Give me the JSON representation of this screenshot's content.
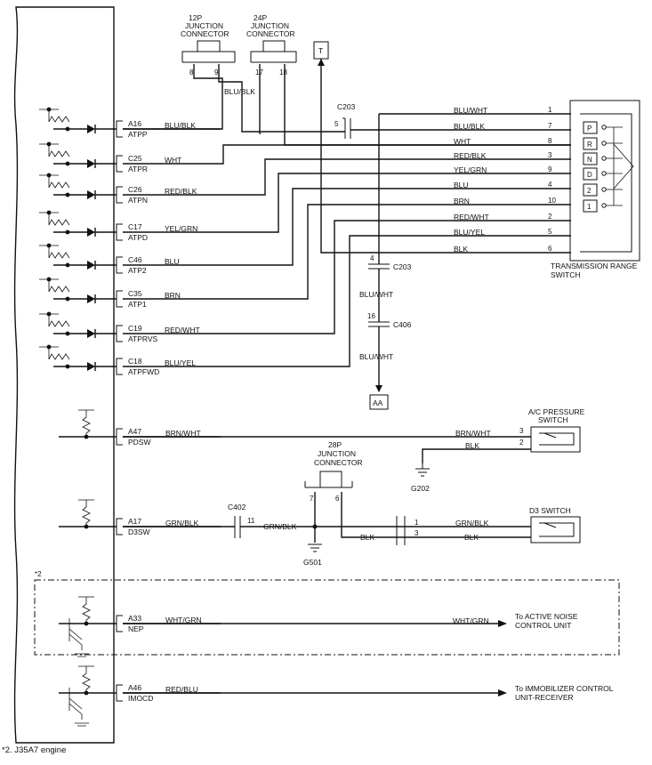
{
  "ecm_terminals": [
    {
      "pin": "A16",
      "signal": "ATPP",
      "wire": "BLU/BLK"
    },
    {
      "pin": "C25",
      "signal": "ATPR",
      "wire": "WHT"
    },
    {
      "pin": "C26",
      "signal": "ATPN",
      "wire": "RED/BLK"
    },
    {
      "pin": "C17",
      "signal": "ATPD",
      "wire": "YEL/GRN"
    },
    {
      "pin": "C46",
      "signal": "ATP2",
      "wire": "BLU"
    },
    {
      "pin": "C35",
      "signal": "ATP1",
      "wire": "BRN"
    },
    {
      "pin": "C19",
      "signal": "ATPRVS",
      "wire": "RED/WHT"
    },
    {
      "pin": "C18",
      "signal": "ATPFWD",
      "wire": "BLU/YEL"
    },
    {
      "pin": "A47",
      "signal": "PDSW",
      "wire": "BRN/WHT"
    },
    {
      "pin": "A17",
      "signal": "D3SW",
      "wire": "GRN/BLK"
    },
    {
      "pin": "A33",
      "signal": "NEP",
      "wire": "WHT/GRN"
    },
    {
      "pin": "A46",
      "signal": "IMOCD",
      "wire": "RED/BLU"
    }
  ],
  "junction_12p": {
    "title_line1": "12P",
    "title_line2": "JUNCTION",
    "title_line3": "CONNECTOR",
    "pins": [
      "8",
      "9"
    ],
    "wire": "BLU/BLK"
  },
  "junction_24p": {
    "title_line1": "24P",
    "title_line2": "JUNCTION",
    "title_line3": "CONNECTOR",
    "pins": [
      "17",
      "18"
    ]
  },
  "junction_28p": {
    "title_line1": "28P",
    "title_line2": "JUNCTION",
    "title_line3": "CONNECTOR",
    "pins": [
      "7",
      "6"
    ]
  },
  "t_box": "T",
  "aa_box": "AA",
  "c203_top": {
    "label": "C203",
    "pin": "5"
  },
  "switch_wires": [
    {
      "wire": "BLU/WHT",
      "pin": "1"
    },
    {
      "wire": "BLU/BLK",
      "pin": "7"
    },
    {
      "wire": "WHT",
      "pin": "8"
    },
    {
      "wire": "RED/BLK",
      "pin": "3"
    },
    {
      "wire": "YEL/GRN",
      "pin": "9"
    },
    {
      "wire": "BLU",
      "pin": "4"
    },
    {
      "wire": "BRN",
      "pin": "10"
    },
    {
      "wire": "RED/WHT",
      "pin": "2"
    },
    {
      "wire": "BLU/YEL",
      "pin": "5"
    },
    {
      "wire": "BLK",
      "pin": "6"
    }
  ],
  "range_positions": [
    "P",
    "R",
    "N",
    "D",
    "2",
    "1"
  ],
  "range_switch": {
    "line1": "TRANSMISSION RANGE",
    "line2": "SWITCH"
  },
  "c203_lower": {
    "pin": "4",
    "label": "C203",
    "wire": "BLU/WHT"
  },
  "c406": {
    "pin": "16",
    "label": "C406",
    "wire": "BLU/WHT"
  },
  "ac_switch": {
    "line1": "A/C PRESSURE",
    "line2": "SWITCH",
    "wire1": "BRN/WHT",
    "pin1": "3",
    "wire2": "BLK",
    "pin2": "2",
    "ground": "G202"
  },
  "c402": {
    "label": "C402",
    "pin": "11",
    "wire_out": "GRN/BLK"
  },
  "g501": "G501",
  "d3_switch": {
    "label": "D3 SWITCH",
    "pin1": "1",
    "pin3": "3",
    "wire1": "GRN/BLK",
    "wire2": "BLK",
    "blk_label": "BLK"
  },
  "anc": {
    "marker": "*2",
    "wire_out": "WHT/GRN",
    "dest_line1": "To ACTIVE NOISE",
    "dest_line2": "CONTROL UNIT"
  },
  "immobilizer": {
    "dest_line1": "To IMMOBILIZER CONTROL",
    "dest_line2": "UNIT-RECEIVER"
  },
  "footnote": "*2. J35A7 engine"
}
